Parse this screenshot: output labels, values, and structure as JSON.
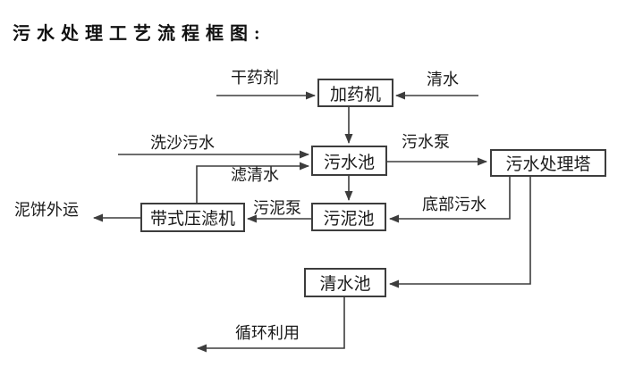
{
  "title": "污水处理工艺流程框图:",
  "nodes": {
    "dosing_machine": "加药机",
    "sewage_pool": "污水池",
    "treatment_tower": "污水处理塔",
    "sludge_pool": "污泥池",
    "belt_filter_press": "带式压滤机",
    "clean_water_pool": "清水池"
  },
  "edge_labels": {
    "dry_chemical": "干药剂",
    "clean_water": "清水",
    "sand_washing_sewage": "洗沙污水",
    "filtered_water": "滤清水",
    "sewage_pump": "污水泵",
    "bottom_sewage": "底部污水",
    "sludge_pump": "污泥泵",
    "mud_cake_out": "泥饼外运",
    "recycling": "循环利用"
  },
  "colors": {
    "line": "#3d3d3d",
    "text": "#1a1a1a",
    "background": "#ffffff"
  }
}
